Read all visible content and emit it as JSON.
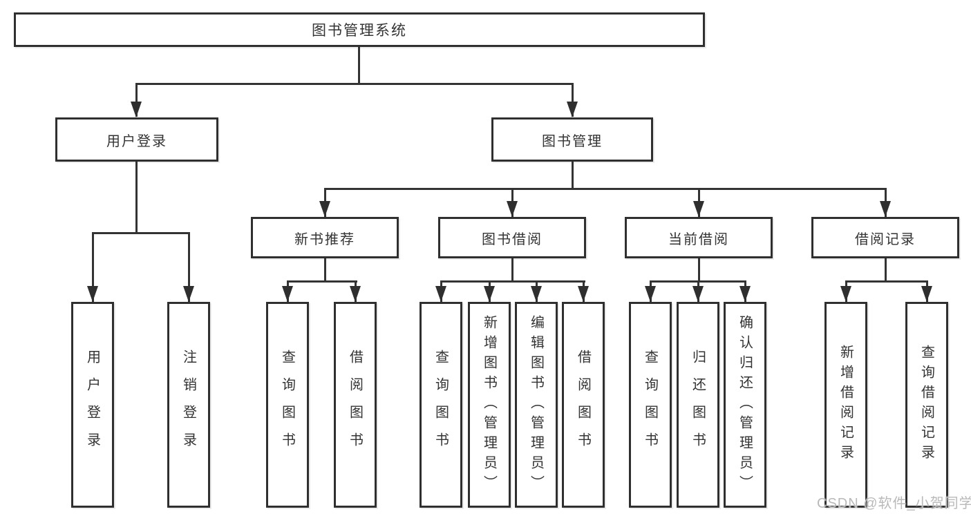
{
  "diagram": {
    "title": "图书管理系统",
    "root": {
      "label": "图书管理系统"
    },
    "level2": [
      {
        "label": "用户登录"
      },
      {
        "label": "图书管理"
      }
    ],
    "level3": [
      {
        "label": "新书推荐"
      },
      {
        "label": "图书借阅"
      },
      {
        "label": "当前借阅"
      },
      {
        "label": "借阅记录"
      }
    ],
    "leaves": {
      "user_login": [
        "用户登录",
        "注销登录"
      ],
      "new_books": [
        "查询图书",
        "借阅图书"
      ],
      "book_borrow": [
        "查询图书",
        "新增图书（管理员）",
        "编辑图书（管理员）",
        "借阅图书"
      ],
      "current_borrow": [
        "查询图书",
        "归还图书",
        "确认归还（管理员）"
      ],
      "borrow_records": [
        "新增借阅记录",
        "查询借阅记录"
      ]
    }
  },
  "watermark": "CSDN @软件_小贺同学",
  "colors": {
    "line": "#333333",
    "box_border": "#2f2f2f",
    "text": "#333333",
    "watermark_text": "#b9b9b9",
    "background": "#ffffff"
  }
}
